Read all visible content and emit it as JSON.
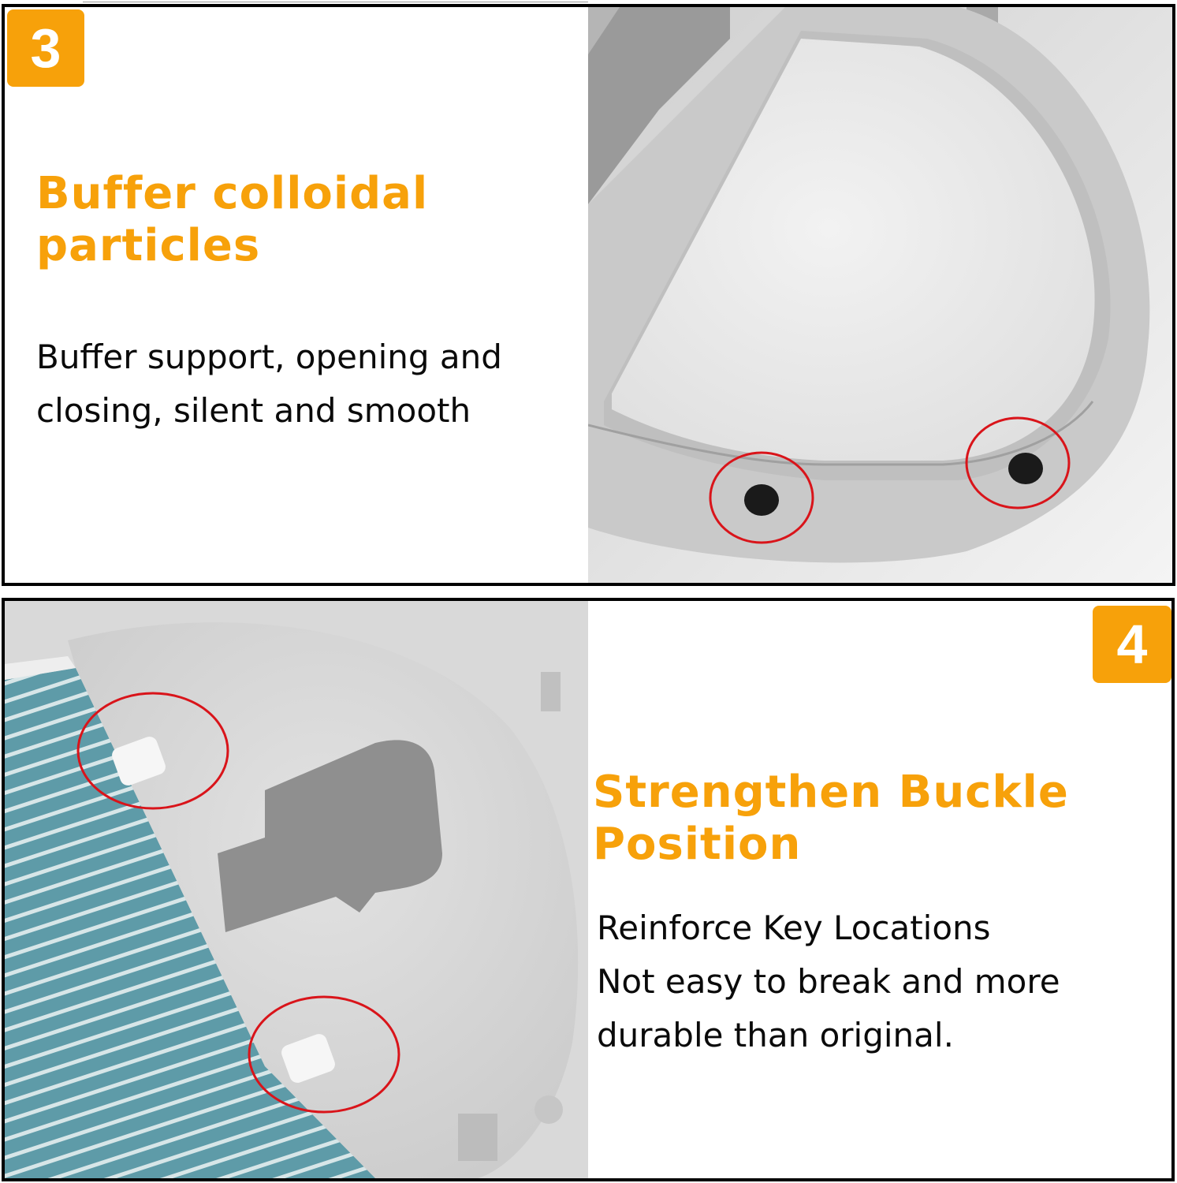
{
  "panels": [
    {
      "step_number": "3",
      "title_line1": "Buffer colloidal",
      "title_line2": "particles",
      "description_line1": "Buffer support, opening and",
      "description_line2": "closing, silent and smooth",
      "photo": "gray-lid-with-two-black-rubber-buffer-dots-circled-red"
    },
    {
      "step_number": "4",
      "title_line1": "Strengthen Buckle",
      "title_line2": "Position",
      "description_line1": "Reinforce Key Locations",
      "description_line2": "Not easy to break and more",
      "description_line3": "durable than original.",
      "photo": "gray-cover-with-two-white-buckle-clips-on-blue-filter-circled-red"
    }
  ],
  "colors": {
    "accent": "#f7a10a",
    "text": "#0a0a0a",
    "border": "#000000",
    "highlight_circle": "#d9141a",
    "filter_blue": "#5e9ba8"
  }
}
